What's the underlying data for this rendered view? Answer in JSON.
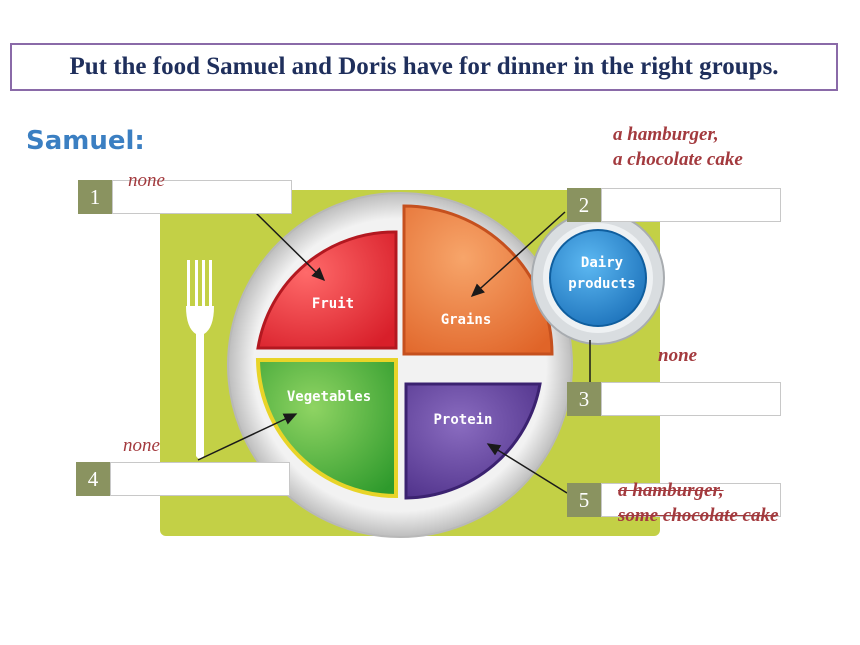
{
  "instruction": "Put the food Samuel and Doris have for dinner in the right groups.",
  "person": "Samuel:",
  "plate": {
    "fruit": "Fruit",
    "grains": "Grains",
    "vegetables": "Vegetables",
    "protein": "Protein",
    "dairy_line1": "Dairy",
    "dairy_line2": "products"
  },
  "slots": [
    {
      "number": "1",
      "answer": "none"
    },
    {
      "number": "2",
      "answer_line1": "a hamburger,",
      "answer_line2": "a chocolate cake"
    },
    {
      "number": "3",
      "answer": "none"
    },
    {
      "number": "4",
      "answer": "none"
    },
    {
      "number": "5",
      "answer_line1": "a hamburger,",
      "answer_line2": "some chocolate cake"
    }
  ],
  "colors": {
    "mat": "#c3d046",
    "fruit": "#e8303a",
    "grains": "#e87a3c",
    "vegetables": "#5ab33a",
    "protein": "#6d4aa0",
    "dairy": "#2a8fd6",
    "answer_text": "#a33a3e",
    "title_text": "#1f2f5c"
  }
}
